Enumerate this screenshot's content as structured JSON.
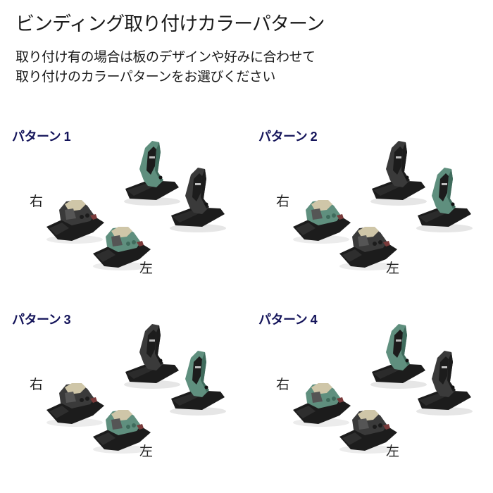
{
  "header": {
    "title": "ビンディング取り付けカラーパターン",
    "subtitle_line1": "取り付け有の場合は板のデザインや好みに合わせて",
    "subtitle_line2": "取り付けのカラーパターンをお選びください"
  },
  "colors": {
    "green": "#5f8f7e",
    "green_dark": "#3f6b5c",
    "black": "#1c1c1c",
    "black_light": "#3a3a3a",
    "beige": "#cfc6a8",
    "label_navy": "#14145a"
  },
  "side_labels": {
    "right": "右",
    "left": "左"
  },
  "patterns": [
    {
      "label": "パターン 1",
      "heel_upper": "green",
      "heel_lower": "black",
      "toe_right": "black",
      "toe_left": "green"
    },
    {
      "label": "パターン 2",
      "heel_upper": "black",
      "heel_lower": "green",
      "toe_right": "green",
      "toe_left": "black"
    },
    {
      "label": "パターン 3",
      "heel_upper": "black",
      "heel_lower": "green",
      "toe_right": "black",
      "toe_left": "green"
    },
    {
      "label": "パターン 4",
      "heel_upper": "green",
      "heel_lower": "black",
      "toe_right": "green",
      "toe_left": "black"
    }
  ]
}
